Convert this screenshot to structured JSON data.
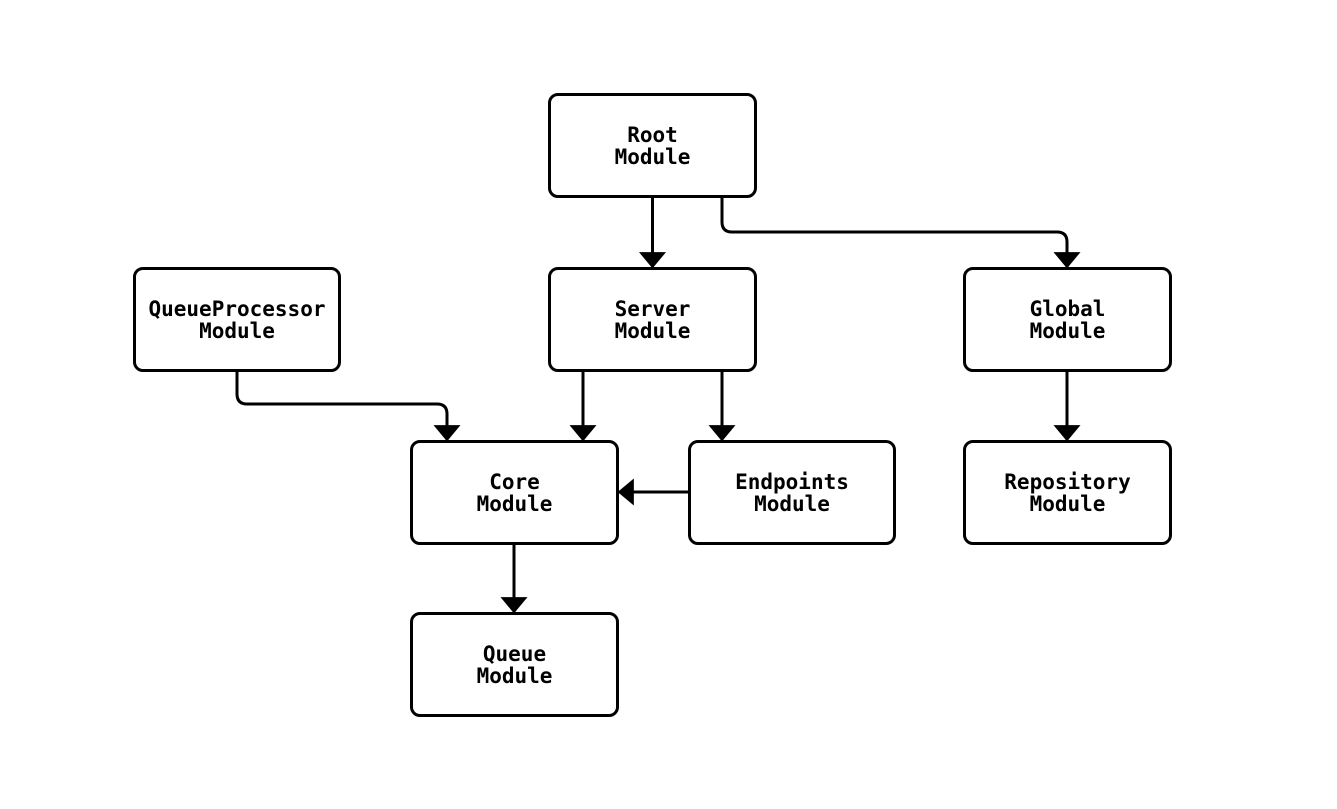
{
  "diagram": {
    "type": "flowchart",
    "direction": "top-down",
    "colors": {
      "background": "#ffffff",
      "node_fill": "#ffffff",
      "node_stroke": "#000000",
      "edge_stroke": "#000000",
      "text": "#000000"
    },
    "nodes": [
      {
        "id": "root",
        "label": "Root\nModule"
      },
      {
        "id": "queueprocessor",
        "label": "QueueProcessor\nModule"
      },
      {
        "id": "server",
        "label": "Server\nModule"
      },
      {
        "id": "global",
        "label": "Global\nModule"
      },
      {
        "id": "core",
        "label": "Core\nModule"
      },
      {
        "id": "endpoints",
        "label": "Endpoints\nModule"
      },
      {
        "id": "repository",
        "label": "Repository\nModule"
      },
      {
        "id": "queue",
        "label": "Queue\nModule"
      }
    ],
    "edges": [
      {
        "from": "root",
        "to": "server"
      },
      {
        "from": "root",
        "to": "global"
      },
      {
        "from": "queueprocessor",
        "to": "core"
      },
      {
        "from": "server",
        "to": "core"
      },
      {
        "from": "server",
        "to": "endpoints"
      },
      {
        "from": "endpoints",
        "to": "core"
      },
      {
        "from": "global",
        "to": "repository"
      },
      {
        "from": "core",
        "to": "queue"
      }
    ]
  }
}
